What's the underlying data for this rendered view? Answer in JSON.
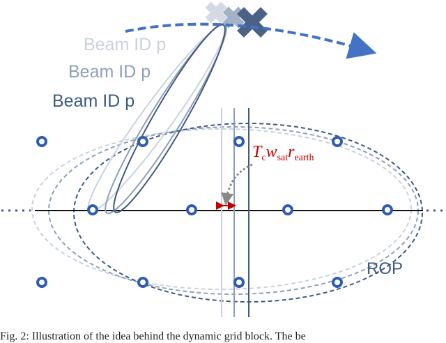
{
  "labels": {
    "beam_1": "Beam ID p",
    "beam_2": "Beam ID p",
    "beam_3": "Beam ID p",
    "formula_T": "T",
    "formula_c": "c",
    "formula_w": "w",
    "formula_sat": "sat",
    "formula_r": "r",
    "formula_earth": "earth",
    "rop": "ROP"
  },
  "caption": "Fig. 2: Illustration of the idea behind the dynamic grid block. The be",
  "colors": {
    "dark_blue": "#3d5a80",
    "mid_blue": "#8e9fb8",
    "light_blue": "#c9d2de",
    "arrow_blue": "#4472c4",
    "red": "#c00000",
    "dot_blue": "#2f5cb0"
  }
}
